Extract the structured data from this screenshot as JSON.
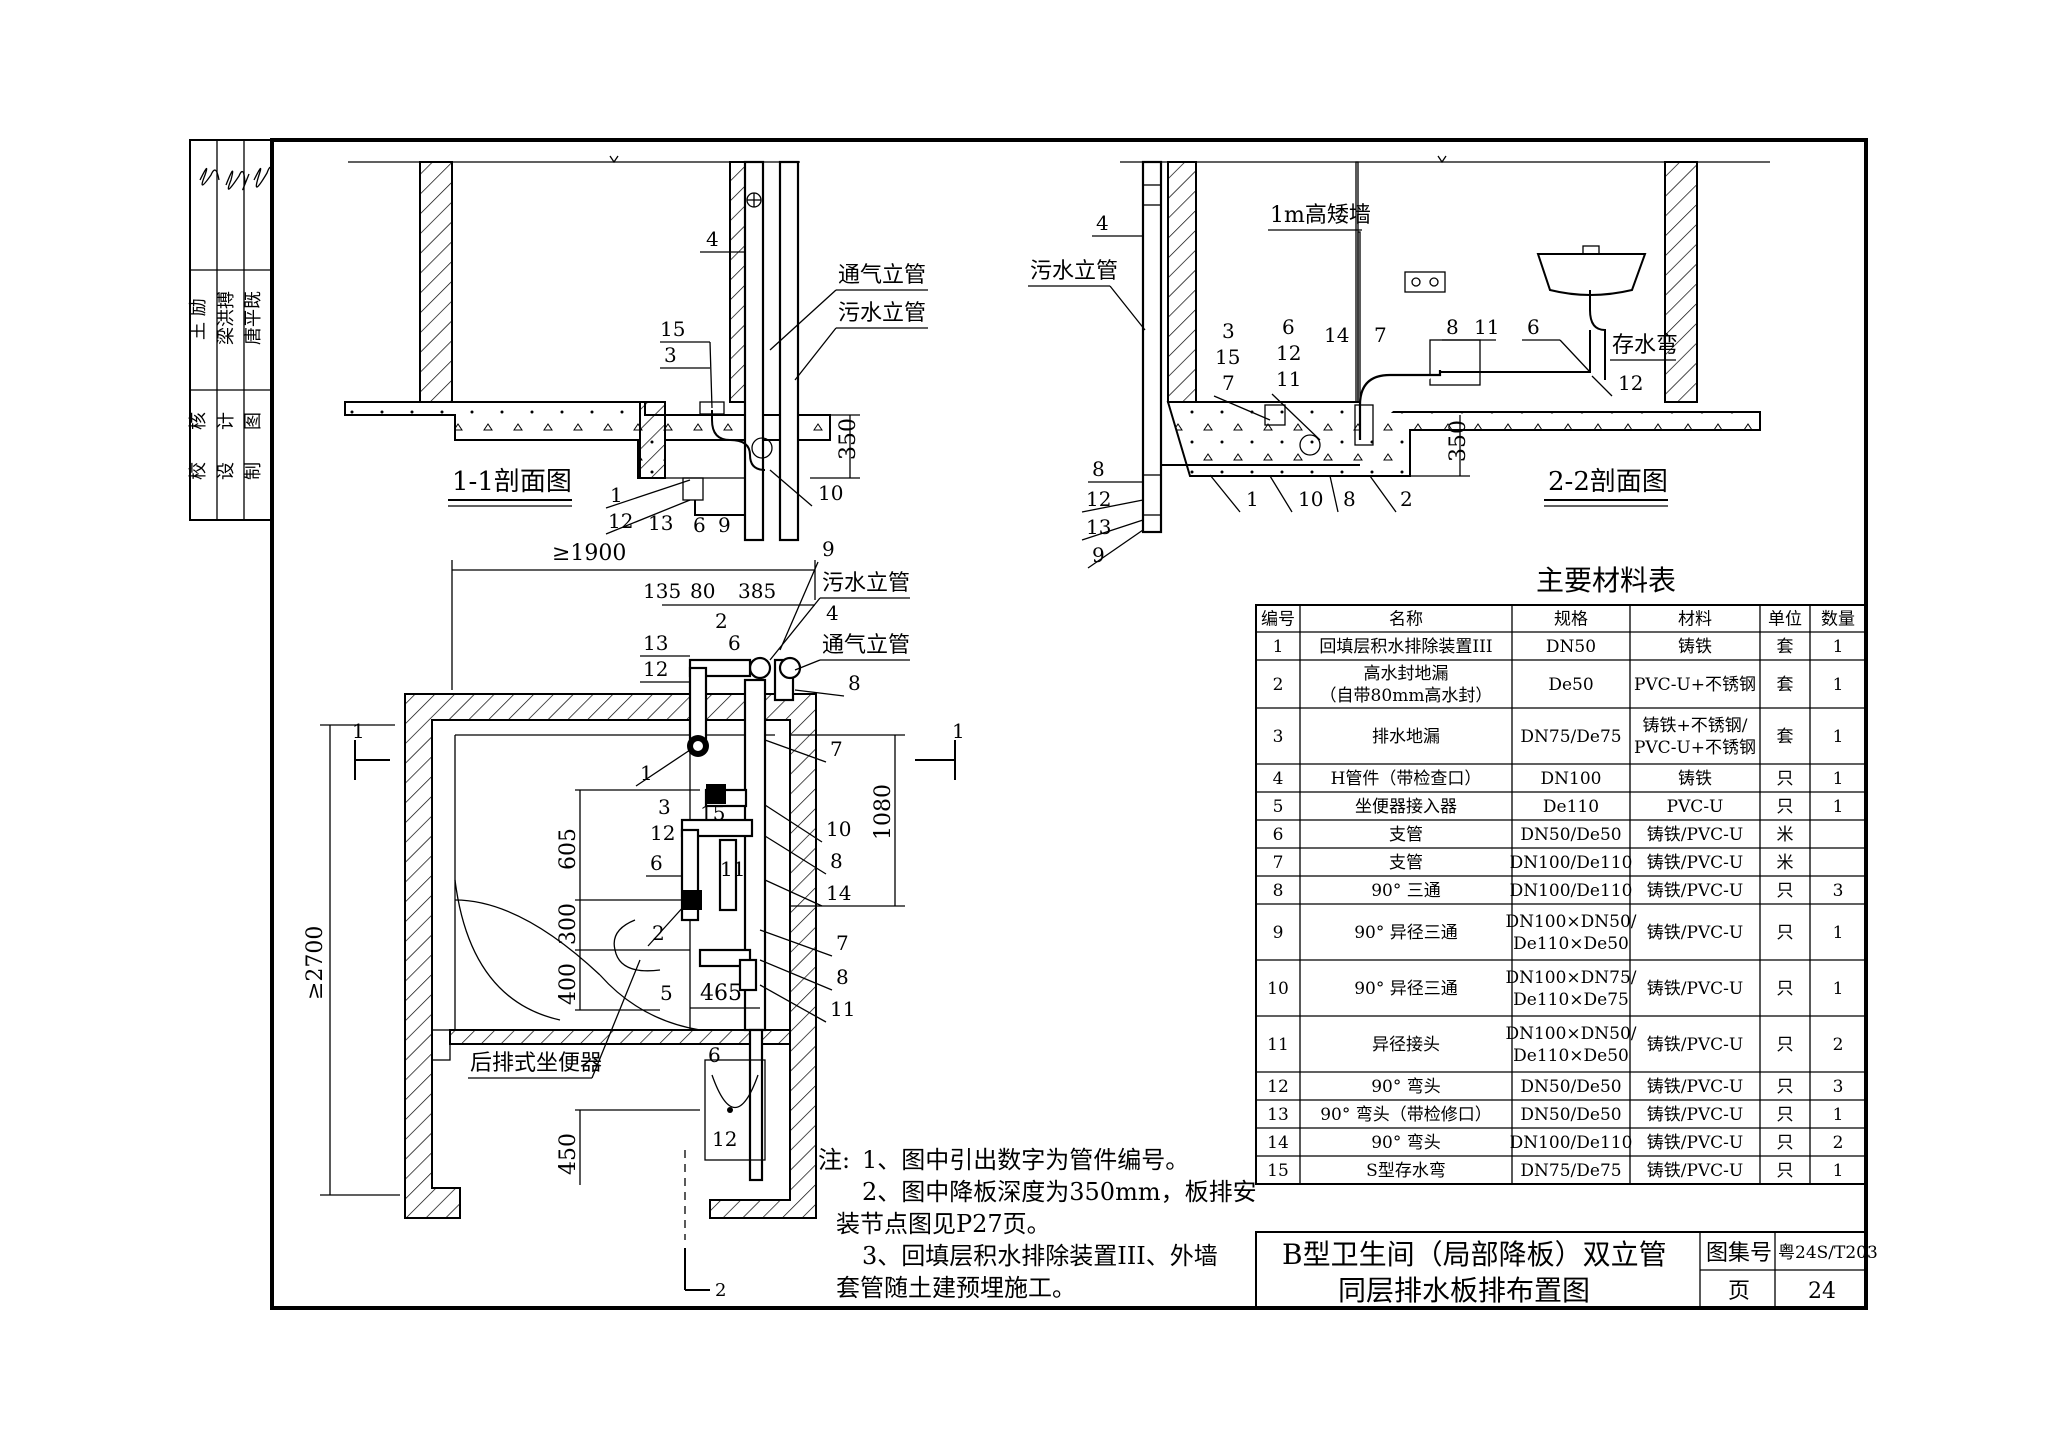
{
  "signature_labels": [
    "校",
    "核",
    "王 励",
    "设",
    "计",
    "梁洪搏",
    "制",
    "图",
    "唐平既"
  ],
  "section_1_1": {
    "title": "1-1剖面图",
    "vent_riser": "通气立管",
    "sewage_riser": "污水立管",
    "dimension": "350",
    "callouts": [
      "4",
      "15",
      "3",
      "1",
      "12",
      "13",
      "6",
      "9",
      "10"
    ]
  },
  "section_2_2": {
    "title": "2-2剖面图",
    "sewage_riser": "污水立管",
    "partition_wall": "1m高矮墙",
    "trap": "存水弯",
    "dimension": "350",
    "callouts": [
      "4",
      "3",
      "15",
      "7",
      "6",
      "12",
      "11",
      "14",
      "7",
      "8",
      "11",
      "6",
      "12",
      "8",
      "12",
      "13",
      "9",
      "1",
      "10",
      "8",
      "2"
    ]
  },
  "plan": {
    "dim_total_width": "≥1900",
    "dim_segments": [
      "135",
      "80",
      "385"
    ],
    "dim_total_height": "≥2700",
    "dim_right": "1080",
    "dim_left": [
      "605",
      "300",
      "400",
      "450"
    ],
    "dim_465": "465",
    "sewage_riser": "污水立管",
    "vent_riser": "通气立管",
    "toilet_label": "后排式坐便器",
    "section_mark_1": "1",
    "section_mark_2": "2",
    "callouts": [
      "9",
      "2",
      "6",
      "13",
      "12",
      "1",
      "4",
      "8",
      "7",
      "3",
      "12",
      "15",
      "6",
      "11",
      "10",
      "8",
      "14",
      "2",
      "7",
      "8",
      "5",
      "11",
      "6",
      "12"
    ]
  },
  "notes": {
    "prefix": "注:",
    "items": [
      "1、图中引出数字为管件编号。",
      "2、图中降板深度为350mm，板排安",
      "装节点图见P27页。",
      "3、回填层积水排除装置III、外墙",
      "套管随土建预埋施工。"
    ]
  },
  "materials_table": {
    "title": "主要材料表",
    "headers": [
      "编号",
      "名称",
      "规格",
      "材料",
      "单位",
      "数量"
    ],
    "rows": [
      {
        "no": "1",
        "name": [
          "回填层积水排除装置III"
        ],
        "spec": [
          "DN50"
        ],
        "material": [
          "铸铁"
        ],
        "unit": "套",
        "qty": "1"
      },
      {
        "no": "2",
        "name": [
          "高水封地漏",
          "（自带80mm高水封）"
        ],
        "spec": [
          "De50"
        ],
        "material": [
          "PVC-U+不锈钢"
        ],
        "unit": "套",
        "qty": "1"
      },
      {
        "no": "3",
        "name": [
          "排水地漏"
        ],
        "spec": [
          "DN75/De75"
        ],
        "material": [
          "铸铁+不锈钢/",
          "PVC-U+不锈钢"
        ],
        "unit": "套",
        "qty": "1"
      },
      {
        "no": "4",
        "name": [
          "H管件（带检查口）"
        ],
        "spec": [
          "DN100"
        ],
        "material": [
          "铸铁"
        ],
        "unit": "只",
        "qty": "1"
      },
      {
        "no": "5",
        "name": [
          "坐便器接入器"
        ],
        "spec": [
          "De110"
        ],
        "material": [
          "PVC-U"
        ],
        "unit": "只",
        "qty": "1"
      },
      {
        "no": "6",
        "name": [
          "支管"
        ],
        "spec": [
          "DN50/De50"
        ],
        "material": [
          "铸铁/PVC-U"
        ],
        "unit": "米",
        "qty": ""
      },
      {
        "no": "7",
        "name": [
          "支管"
        ],
        "spec": [
          "DN100/De110"
        ],
        "material": [
          "铸铁/PVC-U"
        ],
        "unit": "米",
        "qty": ""
      },
      {
        "no": "8",
        "name": [
          "90° 三通"
        ],
        "spec": [
          "DN100/De110"
        ],
        "material": [
          "铸铁/PVC-U"
        ],
        "unit": "只",
        "qty": "3"
      },
      {
        "no": "9",
        "name": [
          "90° 异径三通"
        ],
        "spec": [
          "DN100×DN50/",
          "De110×De50"
        ],
        "material": [
          "铸铁/PVC-U"
        ],
        "unit": "只",
        "qty": "1"
      },
      {
        "no": "10",
        "name": [
          "90° 异径三通"
        ],
        "spec": [
          "DN100×DN75/",
          "De110×De75"
        ],
        "material": [
          "铸铁/PVC-U"
        ],
        "unit": "只",
        "qty": "1"
      },
      {
        "no": "11",
        "name": [
          "异径接头"
        ],
        "spec": [
          "DN100×DN50/",
          "De110×De50"
        ],
        "material": [
          "铸铁/PVC-U"
        ],
        "unit": "只",
        "qty": "2"
      },
      {
        "no": "12",
        "name": [
          "90° 弯头"
        ],
        "spec": [
          "DN50/De50"
        ],
        "material": [
          "铸铁/PVC-U"
        ],
        "unit": "只",
        "qty": "3"
      },
      {
        "no": "13",
        "name": [
          "90° 弯头（带检修口）"
        ],
        "spec": [
          "DN50/De50"
        ],
        "material": [
          "铸铁/PVC-U"
        ],
        "unit": "只",
        "qty": "1"
      },
      {
        "no": "14",
        "name": [
          "90° 弯头"
        ],
        "spec": [
          "DN100/De110"
        ],
        "material": [
          "铸铁/PVC-U"
        ],
        "unit": "只",
        "qty": "2"
      },
      {
        "no": "15",
        "name": [
          "S型存水弯"
        ],
        "spec": [
          "DN75/De75"
        ],
        "material": [
          "铸铁/PVC-U"
        ],
        "unit": "只",
        "qty": "1"
      }
    ]
  },
  "title_block": {
    "title_line1": "B型卫生间（局部降板）双立管",
    "title_line2": "同层排水板排布置图",
    "atlas_label": "图集号",
    "atlas_no": "粤24S/T203",
    "page_label": "页",
    "page_no": "24"
  }
}
